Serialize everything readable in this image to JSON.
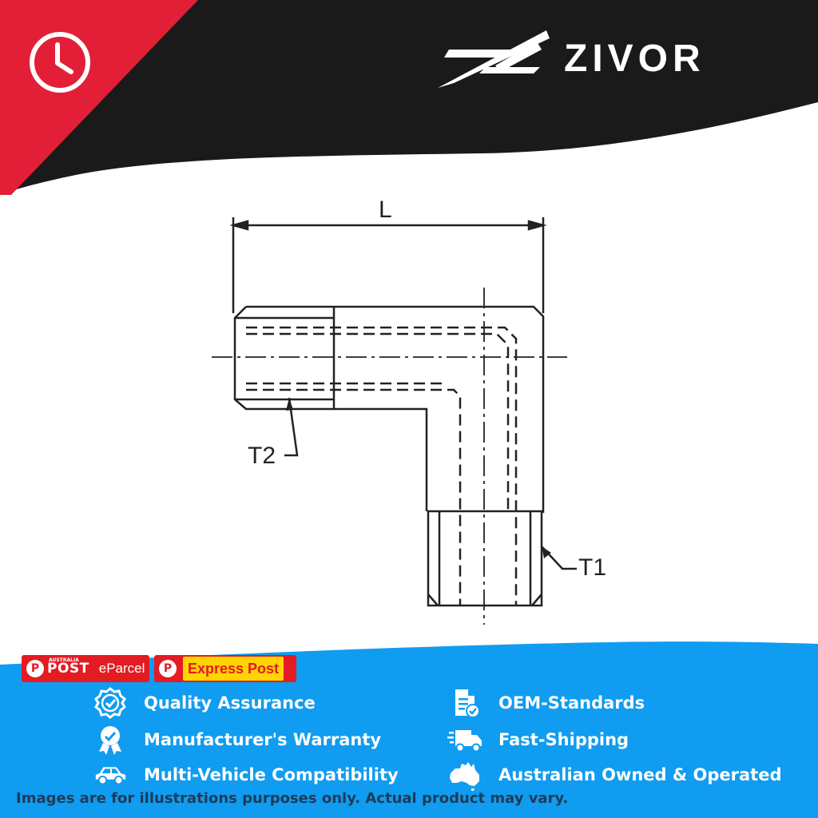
{
  "brand": {
    "name": "ZIVOR"
  },
  "header": {
    "clock_icon": "clock-icon"
  },
  "drawing": {
    "dimension_label": "L",
    "callout_t2": "T2",
    "callout_t1": "T1"
  },
  "shipping": {
    "auspost_brand": "POST",
    "auspost_small": "AUSTRALIA",
    "auspost_service": "eParcel",
    "express_label": "Express Post"
  },
  "features": [
    {
      "icon": "quality-badge-icon",
      "label": "Quality Assurance"
    },
    {
      "icon": "document-check-icon",
      "label": "OEM-Standards"
    },
    {
      "icon": "warranty-ribbon-icon",
      "label": "Manufacturer's Warranty"
    },
    {
      "icon": "delivery-truck-icon",
      "label": "Fast-Shipping"
    },
    {
      "icon": "car-icon",
      "label": "Multi-Vehicle Compatibility"
    },
    {
      "icon": "australia-map-icon",
      "label": "Australian Owned & Operated"
    }
  ],
  "disclaimer": "Images are for illustrations purposes only. Actual product may vary.",
  "colors": {
    "header_black": "#1a1a1a",
    "corner_red": "#e21f36",
    "footer_blue": "#109cf0",
    "express_yellow": "#ffd400",
    "auspost_red": "#e31b23",
    "disclaimer_text": "#1f3b57"
  }
}
